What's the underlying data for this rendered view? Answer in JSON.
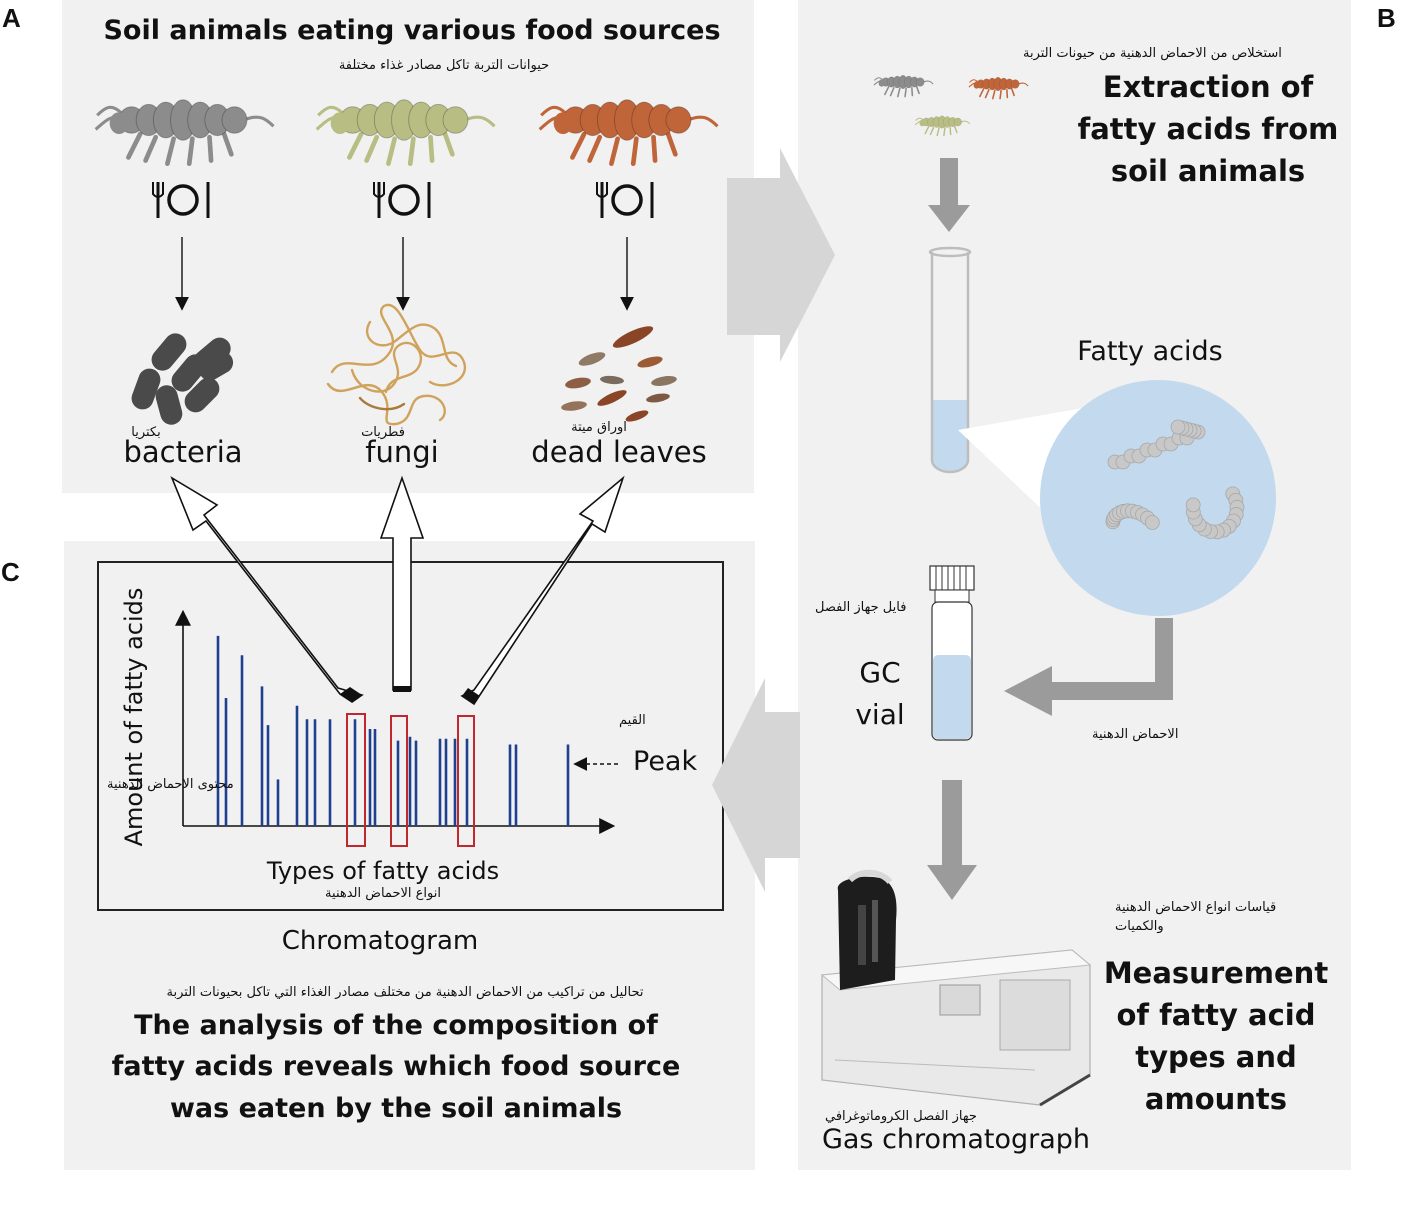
{
  "panel_letters": {
    "a": "A",
    "b": "B",
    "c": "C"
  },
  "panel_a": {
    "title": "Soil animals eating various food sources",
    "title_ar": "حيوانات التربة تاكل مصادر غذاء مختلفة",
    "animal_colors": [
      "#8c8c8c",
      "#b8bd84",
      "#c0653a"
    ],
    "food_sources": [
      {
        "label": "bacteria",
        "label_ar": "بكتريا"
      },
      {
        "label": "fungi",
        "label_ar": "فطريات"
      },
      {
        "label": "dead leaves",
        "label_ar": "اوراق ميتة"
      }
    ]
  },
  "panel_b": {
    "title_lines": [
      "Extraction of",
      "fatty acids from",
      "soil animals"
    ],
    "title_ar": "استخلاص من الاحماض الدهنية من حيونات التربة",
    "fatty_acids_label": "Fatty acids",
    "gc_vial_lines": [
      "GC",
      "vial"
    ],
    "gc_vial_ar": "فايل جهاز الفصل",
    "fatty_acids_ar": "الاحماض الدهنية",
    "measurement_lines": [
      "Measurement",
      "of fatty acid",
      "types and",
      "amounts"
    ],
    "measurement_ar_lines": [
      "قياسات انواع  الاحماض الدهنية",
      "والكميات"
    ],
    "gas_chromatograph_label": "Gas chromatograph",
    "gas_chromatograph_ar": "جهاز الفصل الكروماتوغرافي",
    "liquid_color": "#c3d9ee",
    "bar_color": "#1f3f8f",
    "highlight_color": "#c0282d"
  },
  "panel_c": {
    "y_axis_label": "Amount of fatty acids",
    "y_axis_ar": "محتوى الاحماض الدهنية",
    "x_axis_label": "Types of fatty acids",
    "x_axis_ar": "انواع الاحماض الدهنية",
    "peak_label": "Peak",
    "peak_ar": "القيم",
    "chromatogram_label": "Chromatogram",
    "analysis_ar": "تحاليل من تراكيب من الاحماض الدهنية  من مختلف مصادر الغذاء التي تاكل بحيونات التربة",
    "analysis_lines": [
      "The analysis of the composition of",
      "fatty acids reveals which food source",
      "was eaten by the soil animals"
    ]
  }
}
